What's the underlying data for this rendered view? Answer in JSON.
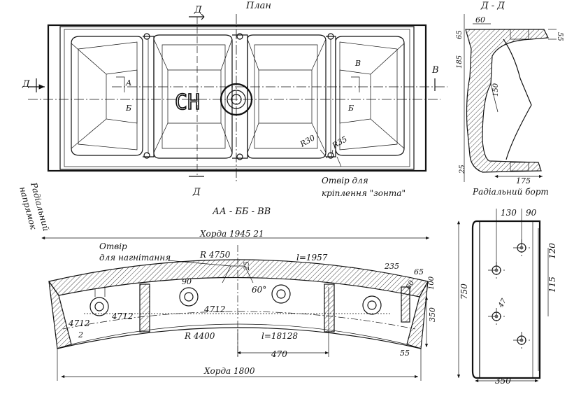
{
  "plan": {
    "title": "План",
    "section_mark_top": "Д",
    "section_mark_bottom": "Д",
    "section_mark_left": "Д",
    "section_mark_right": "В",
    "label_a": "А",
    "label_b_left": "Б",
    "label_b_right": "Б",
    "label_v": "В",
    "center_letters": "СН",
    "r30": "R30",
    "r35": "R35",
    "hole_note_line1": "Отвір для",
    "hole_note_line2": "кріплення \"зонта\""
  },
  "section_dd": {
    "title": "Д - Д",
    "dim_60": "60",
    "dim_65": "65",
    "dim_55": "55",
    "dim_185": "185",
    "dim_150": "150",
    "dim_25": "25",
    "dim_175": "175",
    "caption": "Радіальний борт"
  },
  "section_aa": {
    "title": "АА - ББ - ВВ",
    "side_label_line1": "Радіальний",
    "side_label_line2": "напрямок",
    "chord_top": "Хорда 1945  21",
    "hole_inject_line1": "Отвір",
    "hole_inject_line2": "для нагнітання",
    "r4750": "R 4750",
    "l1957": "l=1957",
    "dim_235": "235",
    "dim_65": "65",
    "dim_90": "90",
    "dim_25": "25",
    "dim_60deg": "60°",
    "dim_60": "60",
    "dim_100": "100",
    "dim_4712_a": "4712",
    "dim_4712_b": "4712",
    "dim_4712_c": "4712",
    "dim_2": "2",
    "dim_350": "350",
    "r4400": "R 4400",
    "l18128": "l=18128",
    "dim_470": "470",
    "dim_55": "55",
    "chord_bottom": "Хорда 1800"
  },
  "side_view": {
    "dim_130": "130",
    "dim_90": "90",
    "dim_120": "120",
    "dim_750": "750",
    "dim_115": "115",
    "dim_d47": "47",
    "dim_350": "350"
  }
}
